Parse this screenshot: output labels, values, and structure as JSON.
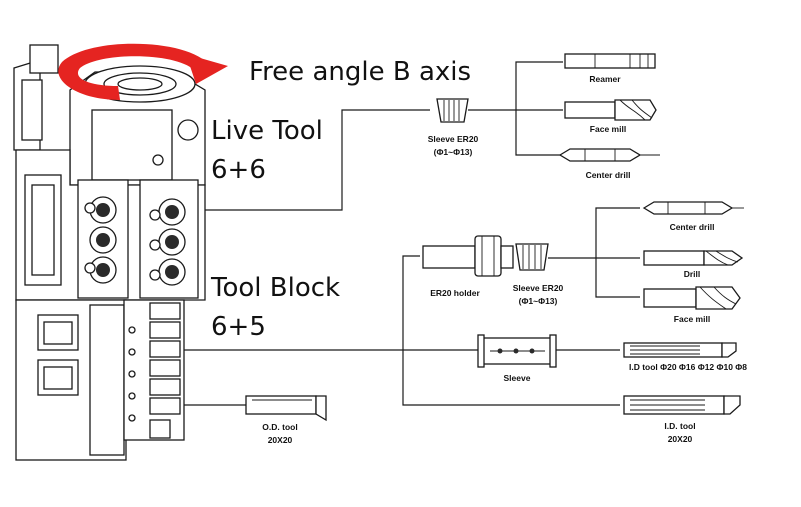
{
  "colors": {
    "arrow": "#e52421",
    "line": "#1a1a1a",
    "background": "#ffffff"
  },
  "headings": {
    "b_axis": "Free angle B axis",
    "live_tool": "Live Tool",
    "live_tool_count": "6+6",
    "tool_block": "Tool Block",
    "tool_block_count": "6+5"
  },
  "upper_branch": {
    "sleeve": {
      "name": "Sleeve ER20",
      "range": "(Φ1~Φ13)"
    },
    "tools": [
      "Reamer",
      "Face mill",
      "Center drill"
    ]
  },
  "lower_branch": {
    "holder": "ER20 holder",
    "sleeve": {
      "name": "Sleeve ER20",
      "range": "(Φ1~Φ13)"
    },
    "tools": [
      "Center drill",
      "Drill",
      "Face mill"
    ]
  },
  "id_sleeve": {
    "sleeve": "Sleeve",
    "tool": "I.D tool Φ20 Φ16 Φ12 Φ10 Φ8"
  },
  "id_tool": {
    "name": "I.D. tool",
    "size": "20X20"
  },
  "od_tool": {
    "name": "O.D. tool",
    "size": "20X20"
  }
}
